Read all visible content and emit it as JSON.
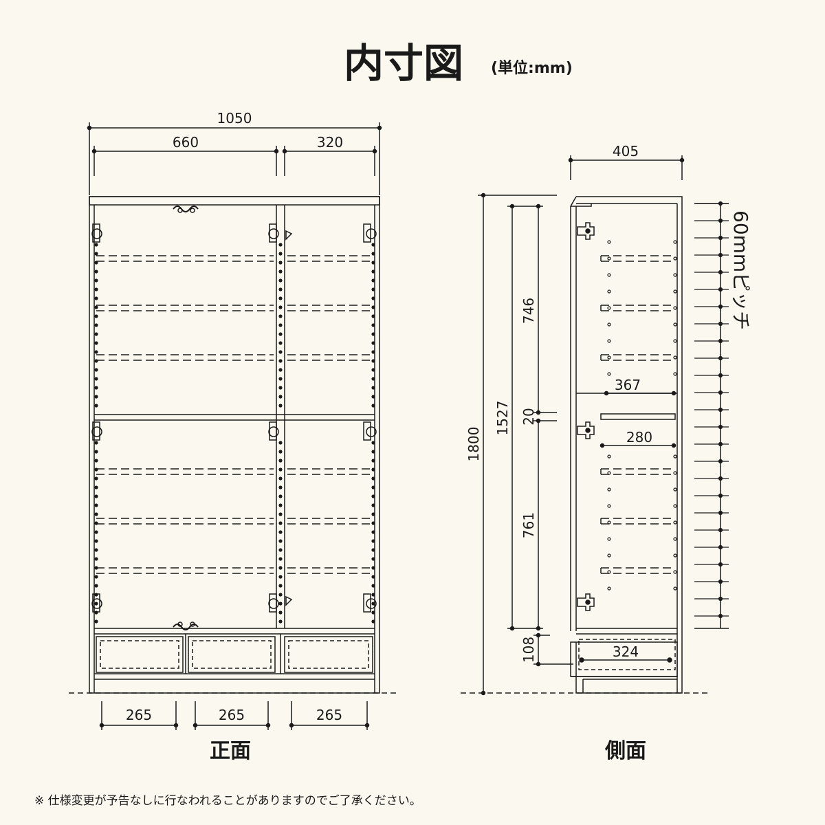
{
  "header": {
    "title": "内寸図",
    "unit": "(単位:mm)"
  },
  "front": {
    "caption": "正面",
    "width_total": "1050",
    "width_left": "660",
    "width_right": "320",
    "drawer_width": "265"
  },
  "side": {
    "caption": "側面",
    "depth_outer": "405",
    "height_total": "1800",
    "height_inner": "1527",
    "upper_height": "746",
    "shelf_thickness": "20",
    "lower_height": "761",
    "drawer_height": "108",
    "upper_depth": "367",
    "shelf_depth": "280",
    "drawer_depth": "324",
    "pitch_label": "60mmピッチ"
  },
  "footer": {
    "note": "※ 仕様変更が予告なしに行なわれることがありますのでご了承ください。"
  }
}
